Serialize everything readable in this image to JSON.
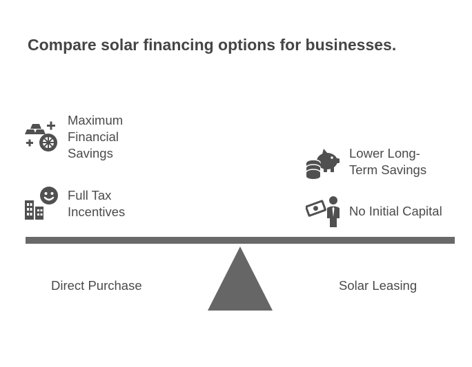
{
  "title": "Compare solar financing options for businesses.",
  "left_side": {
    "label": "Direct Purchase",
    "items": [
      {
        "label": "Maximum\nFinancial\nSavings",
        "icon": "gold-bars-coin-plus-icon"
      },
      {
        "label": "Full Tax\nIncentives",
        "icon": "buildings-smiley-icon"
      }
    ]
  },
  "right_side": {
    "label": "Solar Leasing",
    "items": [
      {
        "label": "Lower Long-\nTerm Savings",
        "icon": "piggy-bank-coins-icon"
      },
      {
        "label": "No Initial Capital",
        "icon": "person-money-icon"
      }
    ]
  },
  "colors": {
    "icon": "#505050",
    "beam": "#696969",
    "fulcrum": "#666666",
    "text": "#4a4a4a"
  }
}
